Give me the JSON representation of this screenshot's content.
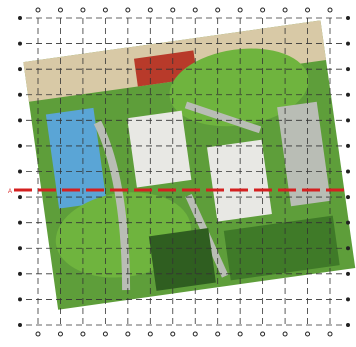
{
  "drawing": {
    "grid_columns": 13,
    "grid_rows": 12,
    "section_line_label": "A",
    "colors": {
      "background": "#ffffff",
      "grid_line": "#333333",
      "grid_marker": "#222222",
      "section_line": "#d42020",
      "lawn_light": "#5e9e3a",
      "lawn_dark": "#3f7a28",
      "lawn_bright": "#6fb43e",
      "path_gray": "#b9bdb5",
      "pool_blue": "#5aa5d6",
      "roof_red": "#b83a2a",
      "paving_tan": "#d8c9a6",
      "building_white": "#e8e8e4",
      "hedge_dark": "#2f5e20"
    }
  }
}
